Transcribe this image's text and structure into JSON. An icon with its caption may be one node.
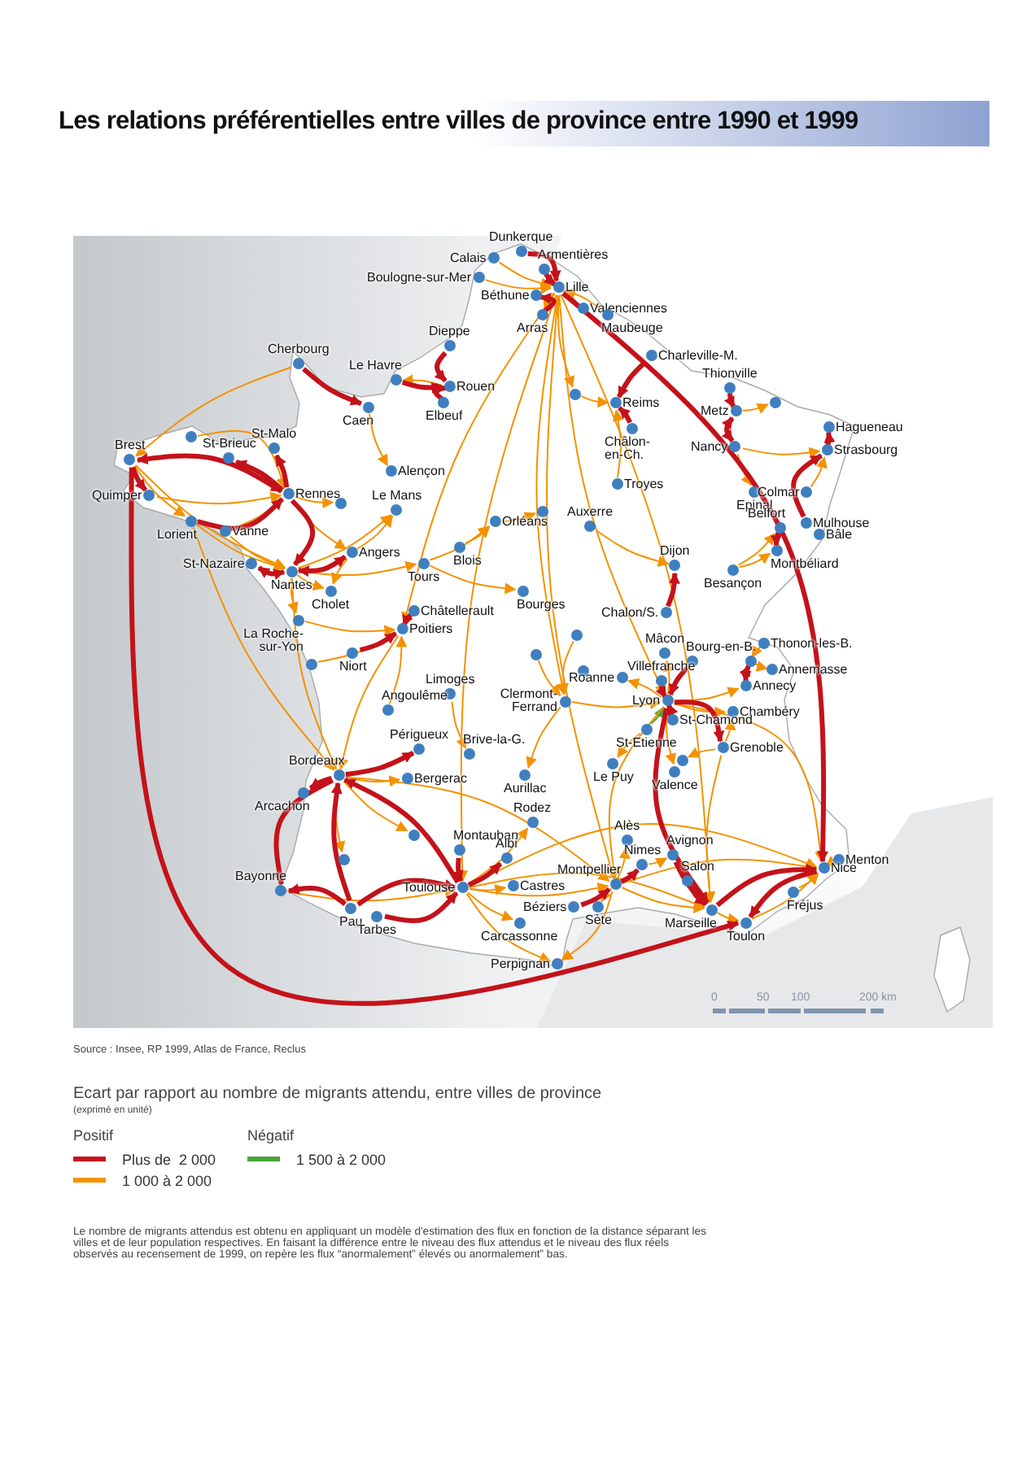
{
  "diagram": {
    "title": "Les relations préférentielles entre villes de province entre 1990 et 1999",
    "nodes": [
      {
        "text": [
          "Dunkerque"
        ]
      },
      {
        "text": [
          "Calais"
        ]
      },
      {
        "text": [
          "Armentières"
        ]
      },
      {
        "text": [
          "Boulogne-sur-Mer"
        ]
      },
      {
        "text": [
          "Lille"
        ]
      },
      {
        "text": [
          "Béthune"
        ]
      },
      {
        "text": [
          "Valenciennes"
        ]
      },
      {
        "text": [
          "Arras"
        ]
      },
      {
        "text": [
          "Maubeuge"
        ]
      },
      {
        "text": [
          "Dieppe"
        ]
      },
      {
        "text": [
          "Charleville-M."
        ]
      },
      {
        "text": [
          "Cherbourg"
        ]
      },
      {
        "text": [
          "Le Havre"
        ]
      },
      {
        "text": [
          "Rouen"
        ]
      },
      {
        "text": [
          "Thionville"
        ]
      },
      {
        "text": [],
        "shape": "circle"
      },
      {
        "text": [
          "Reims"
        ]
      },
      {
        "text": [
          "Elbeuf"
        ]
      },
      {
        "text": [],
        "shape": "circle"
      },
      {
        "text": [
          "Caen"
        ]
      },
      {
        "text": [
          "Metz"
        ]
      },
      {
        "text": [
          "Châlon- en-Ch."
        ]
      },
      {
        "text": [
          "Hagueneau"
        ]
      },
      {
        "text": [],
        "shape": "circle"
      },
      {
        "text": [
          "St-Malo"
        ]
      },
      {
        "text": [
          "Nancy"
        ]
      },
      {
        "text": [
          "Strasbourg"
        ]
      },
      {
        "text": [
          "St-Brieuc"
        ]
      },
      {
        "text": [
          "Brest"
        ]
      },
      {
        "text": [
          "Alençon"
        ]
      },
      {
        "text": [
          "Troyes"
        ]
      },
      {
        "text": [
          "Epinal"
        ]
      },
      {
        "text": [
          "Colmar"
        ]
      },
      {
        "text": [
          "Rennes"
        ]
      },
      {
        "text": [
          "Quimper"
        ]
      },
      {
        "text": [],
        "shape": "circle"
      },
      {
        "text": [
          "Le Mans"
        ]
      },
      {
        "text": [],
        "shape": "circle"
      },
      {
        "text": [
          "Lorient"
        ]
      },
      {
        "text": [
          "Orléans"
        ]
      },
      {
        "text": [
          "Mulhouse"
        ]
      },
      {
        "text": [
          "Auxerre"
        ]
      },
      {
        "text": [
          "Vanne"
        ]
      },
      {
        "text": [
          "Belfort"
        ]
      },
      {
        "text": [
          "Bâle"
        ]
      },
      {
        "text": [
          "Montbéliard"
        ]
      },
      {
        "text": [
          "Blois"
        ]
      },
      {
        "text": [
          "Angers"
        ]
      },
      {
        "text": [
          "Tours"
        ]
      },
      {
        "text": [
          "St-Nazaire"
        ]
      },
      {
        "text": [
          "Dijon"
        ]
      },
      {
        "text": [
          "Besançon"
        ]
      },
      {
        "text": [
          "Nantes"
        ]
      },
      {
        "text": [
          "Cholet"
        ]
      },
      {
        "text": [
          "Bourges"
        ]
      },
      {
        "text": [
          "Châtellerault"
        ]
      },
      {
        "text": [
          "Chalon/S."
        ]
      },
      {
        "text": [
          "La Roche- sur-Yon"
        ]
      },
      {
        "text": [
          "Poitiers"
        ]
      },
      {
        "text": [],
        "shape": "circle"
      },
      {
        "text": [
          "Thonon-les-B."
        ]
      },
      {
        "text": [
          "Niort"
        ]
      },
      {
        "text": [],
        "shape": "circle"
      },
      {
        "text": [
          "Mâcon"
        ]
      },
      {
        "text": [],
        "shape": "circle"
      },
      {
        "text": [
          "Bourg-en-B."
        ]
      },
      {
        "text": [],
        "shape": "circle"
      },
      {
        "text": [
          "Annemasse"
        ]
      },
      {
        "text": [],
        "shape": "circle"
      },
      {
        "text": [
          "Roanne"
        ]
      },
      {
        "text": [
          "Villefranche"
        ]
      },
      {
        "text": [
          "Annecy"
        ]
      },
      {
        "text": [
          "Limoges"
        ]
      },
      {
        "text": [
          "Clermont- Ferrand"
        ]
      },
      {
        "text": [
          "Lyon"
        ]
      },
      {
        "text": [
          "Angoulême"
        ]
      },
      {
        "text": [
          "Chambéry"
        ]
      },
      {
        "text": [
          "St-Chamond"
        ]
      },
      {
        "text": [
          "St-Etienne"
        ]
      },
      {
        "text": [
          "Grenoble"
        ]
      },
      {
        "text": [
          "Périgueux"
        ]
      },
      {
        "text": [
          "Brive-la-G."
        ]
      },
      {
        "text": [],
        "shape": "circle"
      },
      {
        "text": [
          "Le Puy"
        ]
      },
      {
        "text": [
          "Valence"
        ]
      },
      {
        "text": [
          "Aurillac"
        ]
      },
      {
        "text": [
          "Bordeaux"
        ]
      },
      {
        "text": [
          "Bergerac"
        ]
      },
      {
        "text": [
          "Arcachon"
        ]
      },
      {
        "text": [
          "Rodez"
        ]
      },
      {
        "text": [],
        "shape": "circle"
      },
      {
        "text": [
          "Alès"
        ]
      },
      {
        "text": [
          "Montauban"
        ]
      },
      {
        "text": [
          "Avignon"
        ]
      },
      {
        "text": [],
        "shape": "circle"
      },
      {
        "text": [
          "Albi"
        ]
      },
      {
        "text": [
          "Menton"
        ]
      },
      {
        "text": [
          "Nimes"
        ]
      },
      {
        "text": [
          "Nice"
        ]
      },
      {
        "text": [
          "Salon"
        ]
      },
      {
        "text": [
          "Montpellier"
        ]
      },
      {
        "text": [
          "Castres"
        ]
      },
      {
        "text": [
          "Toulouse"
        ]
      },
      {
        "text": [
          "Bayonne"
        ]
      },
      {
        "text": [
          "Fréjus"
        ]
      },
      {
        "text": [
          "Sète"
        ]
      },
      {
        "text": [
          "Béziers"
        ]
      },
      {
        "text": [
          "Pau"
        ]
      },
      {
        "text": [
          "Marseille"
        ]
      },
      {
        "text": [
          "Tarbes"
        ]
      },
      {
        "text": [
          "Toulon"
        ]
      },
      {
        "text": [
          "Carcassonne"
        ]
      },
      {
        "text": [
          "Perpignan"
        ]
      }
    ],
    "edges": [
      {
        "from": 0,
        "to": 4,
        "arrow": "to",
        "style": "thick",
        "color": "#c4121a"
      },
      {
        "from": 7,
        "to": 5,
        "arrow": "to",
        "style": "thick",
        "color": "#c4121a"
      },
      {
        "from": 2,
        "to": 4,
        "arrow": "to",
        "style": "thick",
        "color": "#c4121a"
      },
      {
        "from": 4,
        "to": 98,
        "arrow": "to",
        "style": "thick",
        "color": "#c4121a"
      },
      {
        "from": 10,
        "to": 16,
        "arrow": "to",
        "style": "thick",
        "color": "#c4121a"
      },
      {
        "from": 21,
        "to": 16,
        "arrow": "to",
        "style": "thick",
        "color": "#c4121a"
      },
      {
        "from": 11,
        "to": 19,
        "arrow": "to",
        "style": "thick",
        "color": "#c4121a"
      },
      {
        "from": 12,
        "to": 13,
        "arrow": "to",
        "style": "thick",
        "color": "#c4121a"
      },
      {
        "from": 9,
        "to": 13,
        "arrow": "to",
        "style": "thick",
        "color": "#c4121a"
      },
      {
        "from": 17,
        "to": 13,
        "arrow": "to",
        "style": "thick",
        "color": "#c4121a"
      },
      {
        "from": 14,
        "to": 20,
        "arrow": "to",
        "style": "thick",
        "color": "#c4121a"
      },
      {
        "from": 20,
        "to": 25,
        "arrow": "both",
        "style": "thick",
        "color": "#c4121a"
      },
      {
        "from": 40,
        "to": 26,
        "arrow": "to",
        "style": "thick",
        "color": "#c4121a"
      },
      {
        "from": 26,
        "to": 22,
        "arrow": "to",
        "style": "thick",
        "color": "#c4121a"
      },
      {
        "from": 43,
        "to": 45,
        "arrow": "to",
        "style": "thick",
        "color": "#c4121a"
      },
      {
        "from": 28,
        "to": 33,
        "arrow": "both",
        "style": "thick",
        "color": "#c4121a"
      },
      {
        "from": 33,
        "to": 27,
        "arrow": "to",
        "style": "thick",
        "color": "#c4121a"
      },
      {
        "from": 33,
        "to": 24,
        "arrow": "to",
        "style": "thick",
        "color": "#c4121a"
      },
      {
        "from": 38,
        "to": 33,
        "arrow": "to",
        "style": "thick",
        "color": "#c4121a"
      },
      {
        "from": 33,
        "to": 52,
        "arrow": "to",
        "style": "thick",
        "color": "#c4121a"
      },
      {
        "from": 28,
        "to": 34,
        "arrow": "to",
        "style": "thick",
        "color": "#c4121a"
      },
      {
        "from": 49,
        "to": 52,
        "arrow": "both",
        "style": "thick",
        "color": "#c4121a"
      },
      {
        "from": 52,
        "to": 47,
        "arrow": "both",
        "style": "thick",
        "color": "#c4121a"
      },
      {
        "from": 61,
        "to": 58,
        "arrow": "to",
        "style": "thick",
        "color": "#c4121a"
      },
      {
        "from": 55,
        "to": 58,
        "arrow": "to",
        "style": "thick",
        "color": "#c4121a"
      },
      {
        "from": 56,
        "to": 50,
        "arrow": "to",
        "style": "thick",
        "color": "#c4121a"
      },
      {
        "from": 86,
        "to": 80,
        "arrow": "to",
        "style": "thick",
        "color": "#c4121a"
      },
      {
        "from": 86,
        "to": 88,
        "arrow": "to",
        "style": "thick",
        "color": "#c4121a"
      },
      {
        "from": 107,
        "to": 86,
        "arrow": "to",
        "style": "thick",
        "color": "#c4121a"
      },
      {
        "from": 86,
        "to": 103,
        "arrow": "to",
        "style": "thick",
        "color": "#c4121a"
      },
      {
        "from": 102,
        "to": 86,
        "arrow": "to",
        "style": "thick",
        "color": "#c4121a"
      },
      {
        "from": 107,
        "to": 103,
        "arrow": "to",
        "style": "thick",
        "color": "#c4121a"
      },
      {
        "from": 107,
        "to": 102,
        "arrow": "to",
        "style": "thick",
        "color": "#c4121a"
      },
      {
        "from": 109,
        "to": 102,
        "arrow": "to",
        "style": "thick",
        "color": "#c4121a"
      },
      {
        "from": 92,
        "to": 102,
        "arrow": "to",
        "style": "thick",
        "color": "#c4121a"
      },
      {
        "from": 102,
        "to": 95,
        "arrow": "to",
        "style": "thick",
        "color": "#c4121a"
      },
      {
        "from": 106,
        "to": 100,
        "arrow": "to",
        "style": "thick",
        "color": "#c4121a"
      },
      {
        "from": 100,
        "to": 97,
        "arrow": "to",
        "style": "thick",
        "color": "#c4121a"
      },
      {
        "from": 74,
        "to": 79,
        "arrow": "to",
        "style": "thick",
        "color": "#c4121a"
      },
      {
        "from": 74,
        "to": 108,
        "arrow": "to",
        "style": "thick",
        "color": "#c4121a"
      },
      {
        "from": 65,
        "to": 74,
        "arrow": "to",
        "style": "thick",
        "color": "#c4121a"
      },
      {
        "from": 70,
        "to": 74,
        "arrow": "to",
        "style": "thick",
        "color": "#c4121a"
      },
      {
        "from": 64,
        "to": 71,
        "arrow": "both",
        "style": "thick",
        "color": "#c4121a"
      },
      {
        "from": 99,
        "to": 108,
        "arrow": "to",
        "style": "thick",
        "color": "#c4121a"
      },
      {
        "from": 108,
        "to": 98,
        "arrow": "to",
        "style": "thick",
        "color": "#c4121a"
      },
      {
        "from": 98,
        "to": 110,
        "arrow": "to",
        "style": "thick",
        "color": "#c4121a"
      },
      {
        "from": 28,
        "to": 110,
        "arrow": "to",
        "style": "thick",
        "color": "#c4121a"
      },
      {
        "from": 77,
        "to": 74,
        "arrow": "to",
        "style": "thick",
        "color": "#c4121a"
      },
      {
        "from": 93,
        "to": 108,
        "arrow": "to",
        "style": "thick",
        "color": "#c4121a"
      },
      {
        "from": 78,
        "to": 74,
        "arrow": "to",
        "color": "#4aa33a"
      },
      {
        "from": 1,
        "to": 4,
        "arrow": "to"
      },
      {
        "from": 3,
        "to": 4,
        "arrow": "to"
      },
      {
        "from": 6,
        "to": 4,
        "arrow": "to"
      },
      {
        "from": 8,
        "to": 4,
        "arrow": "to"
      },
      {
        "from": 4,
        "to": 7,
        "arrow": "to"
      },
      {
        "from": 4,
        "to": 58,
        "arrow": "to"
      },
      {
        "from": 4,
        "to": 73,
        "arrow": "to"
      },
      {
        "from": 4,
        "to": 74,
        "arrow": "to"
      },
      {
        "from": 4,
        "to": 108,
        "arrow": "to"
      },
      {
        "from": 4,
        "to": 100,
        "arrow": "to"
      },
      {
        "from": 4,
        "to": 102,
        "arrow": "to"
      },
      {
        "from": 4,
        "to": 15,
        "arrow": "to"
      },
      {
        "from": 11,
        "to": 28,
        "arrow": "to"
      },
      {
        "from": 19,
        "to": 29,
        "arrow": "to"
      },
      {
        "from": 13,
        "to": 12,
        "arrow": "to"
      },
      {
        "from": 28,
        "to": 38,
        "arrow": "to"
      },
      {
        "from": 28,
        "to": 52,
        "arrow": "to"
      },
      {
        "from": 34,
        "to": 33,
        "arrow": "to"
      },
      {
        "from": 23,
        "to": 33,
        "arrow": "to"
      },
      {
        "from": 42,
        "to": 33,
        "arrow": "to"
      },
      {
        "from": 38,
        "to": 52,
        "arrow": "to"
      },
      {
        "from": 42,
        "to": 52,
        "arrow": "to"
      },
      {
        "from": 33,
        "to": 35,
        "arrow": "to"
      },
      {
        "from": 33,
        "to": 47,
        "arrow": "to"
      },
      {
        "from": 47,
        "to": 36,
        "arrow": "to"
      },
      {
        "from": 52,
        "to": 36,
        "arrow": "to"
      },
      {
        "from": 52,
        "to": 53,
        "arrow": "to"
      },
      {
        "from": 52,
        "to": 57,
        "arrow": "to"
      },
      {
        "from": 47,
        "to": 53,
        "arrow": "to"
      },
      {
        "from": 52,
        "to": 48,
        "arrow": "to"
      },
      {
        "from": 48,
        "to": 39,
        "arrow": "to"
      },
      {
        "from": 46,
        "to": 39,
        "arrow": "to"
      },
      {
        "from": 48,
        "to": 54,
        "arrow": "to"
      },
      {
        "from": 39,
        "to": 37,
        "arrow": "to"
      },
      {
        "from": 38,
        "to": 86,
        "arrow": "to"
      },
      {
        "from": 57,
        "to": 58,
        "arrow": "to"
      },
      {
        "from": 66,
        "to": 58,
        "arrow": "to"
      },
      {
        "from": 58,
        "to": 86,
        "arrow": "to"
      },
      {
        "from": 75,
        "to": 58,
        "arrow": "to"
      },
      {
        "from": 72,
        "to": 81,
        "arrow": "to"
      },
      {
        "from": 86,
        "to": 87,
        "arrow": "to"
      },
      {
        "from": 86,
        "to": 94,
        "arrow": "to"
      },
      {
        "from": 86,
        "to": 90,
        "arrow": "to"
      },
      {
        "from": 86,
        "to": 100,
        "arrow": "to"
      },
      {
        "from": 52,
        "to": 86,
        "arrow": "to"
      },
      {
        "from": 102,
        "to": 101,
        "arrow": "to"
      },
      {
        "from": 102,
        "to": 111,
        "arrow": "to"
      },
      {
        "from": 102,
        "to": 100,
        "arrow": "to"
      },
      {
        "from": 102,
        "to": 112,
        "arrow": "to"
      },
      {
        "from": 102,
        "to": 108,
        "arrow": "to"
      },
      {
        "from": 102,
        "to": 98,
        "arrow": "to"
      },
      {
        "from": 102,
        "to": 89,
        "arrow": "to"
      },
      {
        "from": 103,
        "to": 102,
        "arrow": "to"
      },
      {
        "from": 73,
        "to": 85,
        "arrow": "to"
      },
      {
        "from": 73,
        "to": 74,
        "arrow": "to"
      },
      {
        "from": 62,
        "to": 73,
        "arrow": "to"
      },
      {
        "from": 78,
        "to": 83,
        "arrow": "to"
      },
      {
        "from": 74,
        "to": 71,
        "arrow": "to"
      },
      {
        "from": 74,
        "to": 76,
        "arrow": "to"
      },
      {
        "from": 74,
        "to": 84,
        "arrow": "to"
      },
      {
        "from": 74,
        "to": 100,
        "arrow": "to"
      },
      {
        "from": 74,
        "to": 98,
        "arrow": "to"
      },
      {
        "from": 74,
        "to": 63,
        "arrow": "to"
      },
      {
        "from": 74,
        "to": 69,
        "arrow": "to"
      },
      {
        "from": 79,
        "to": 76,
        "arrow": "to"
      },
      {
        "from": 79,
        "to": 82,
        "arrow": "to"
      },
      {
        "from": 64,
        "to": 67,
        "arrow": "to"
      },
      {
        "from": 60,
        "to": 64,
        "arrow": "to"
      },
      {
        "from": 100,
        "to": 105,
        "arrow": "to"
      },
      {
        "from": 100,
        "to": 91,
        "arrow": "to"
      },
      {
        "from": 100,
        "to": 108,
        "arrow": "to"
      },
      {
        "from": 100,
        "to": 98,
        "arrow": "to"
      },
      {
        "from": 100,
        "to": 112,
        "arrow": "to"
      },
      {
        "from": 97,
        "to": 93,
        "arrow": "to"
      },
      {
        "from": 108,
        "to": 110,
        "arrow": "to"
      },
      {
        "from": 104,
        "to": 98,
        "arrow": "to"
      },
      {
        "from": 96,
        "to": 98,
        "arrow": "to"
      },
      {
        "from": 110,
        "to": 98,
        "arrow": "to"
      },
      {
        "from": 25,
        "to": 26,
        "arrow": "to"
      },
      {
        "from": 20,
        "to": 18,
        "arrow": "to"
      },
      {
        "from": 25,
        "to": 31,
        "arrow": "to"
      },
      {
        "from": 32,
        "to": 26,
        "arrow": "to"
      },
      {
        "from": 51,
        "to": 43,
        "arrow": "to"
      },
      {
        "from": 51,
        "to": 45,
        "arrow": "to"
      },
      {
        "from": 41,
        "to": 50,
        "arrow": "to"
      },
      {
        "from": 15,
        "to": 16,
        "arrow": "to"
      },
      {
        "from": 30,
        "to": 16,
        "arrow": "to"
      },
      {
        "from": 79,
        "to": 108,
        "arrow": "to"
      },
      {
        "from": 59,
        "to": 73,
        "arrow": "to"
      }
    ],
    "labels": [
      "0",
      "50",
      "100",
      "200 km",
      "Source : Insee, RP 1999, Atlas de France, Reclus",
      "Ecart par rapport au nombre de migrants attendu, entre villes de province",
      "(exprimé en unité)",
      "Positif",
      "Négatif",
      "Le nombre de migrants attendus est obtenu en appliquant un modèle d'estimation des flux en fonction de la distance séparant les villes et de leur population respectives. En faisant la différence entre le niveau des flux attendus et le niveau des flux réels observés au recensement de 1999, on repère les flux “anormalement” élevés ou anormalement” bas."
    ],
    "legend": [
      {
        "text": "Plus de  2 000"
      },
      {
        "text": "1 000 à 2 000"
      },
      {
        "text": "1 500 à 2 000"
      }
    ]
  }
}
